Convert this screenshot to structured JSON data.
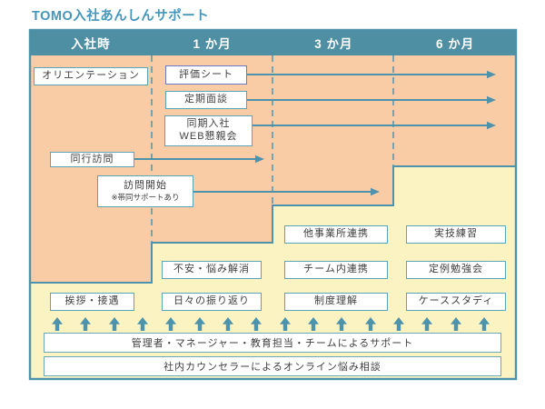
{
  "title": "TOMO入社あんしんサポート",
  "header": {
    "columns": [
      "入社時",
      "1 か月",
      "3 か月",
      "6 か月"
    ]
  },
  "boxes": {
    "orientation": "オリエンテーション",
    "evaluation_sheet": "評価シート",
    "regular_interview": "定期面談",
    "cohort_web_line1": "同期入社",
    "cohort_web_line2": "WEB懇親会",
    "accompanied_visit": "同行訪問",
    "visit_start_line1": "訪問開始",
    "visit_start_line2": "※帯同サポートあり",
    "other_offices": "他事業所連携",
    "practical_training": "実技練習",
    "anxiety_relief": "不安・悩み解消",
    "team_collab": "チーム内連携",
    "study_session": "定例勉強会",
    "greetings": "挨拶・接遇",
    "daily_review": "日々の振り返り",
    "system_understanding": "制度理解",
    "case_study": "ケーススタディ"
  },
  "support_bars": {
    "team_support": "管理者・マネージャー・教育担当・チームによるサポート",
    "counselor": "社内カウンセラーによるオンライン悩み相談"
  },
  "colors": {
    "header_bg": "#4f8fa3",
    "orange_zone": "#f9cca6",
    "yellow_zone": "#fcf3c2",
    "teal_line": "#4e93ac",
    "box_border": "#5ba3b8",
    "highlight_box_border": "#6b79c8",
    "title_text": "#4596ba",
    "body_text": "#3f3f3f"
  }
}
